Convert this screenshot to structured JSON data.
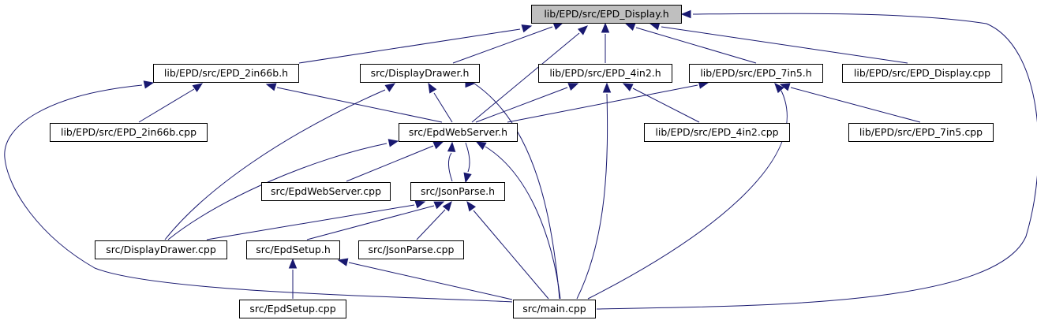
{
  "colors": {
    "edge": "#191970",
    "node_border": "#000000",
    "node_fill": "#ffffff",
    "focus_fill": "#bfbfbf"
  },
  "nodes": [
    {
      "id": "epd_display_h",
      "label": "lib/EPD/src/EPD_Display.h",
      "focus": true
    },
    {
      "id": "epd_2in66b_h",
      "label": "lib/EPD/src/EPD_2in66b.h"
    },
    {
      "id": "displaydrawer_h",
      "label": "src/DisplayDrawer.h"
    },
    {
      "id": "epd_4in2_h",
      "label": "lib/EPD/src/EPD_4in2.h"
    },
    {
      "id": "epd_7in5_h",
      "label": "lib/EPD/src/EPD_7in5.h"
    },
    {
      "id": "epd_display_cpp",
      "label": "lib/EPD/src/EPD_Display.cpp"
    },
    {
      "id": "epd_2in66b_cpp",
      "label": "lib/EPD/src/EPD_2in66b.cpp"
    },
    {
      "id": "epdwebserver_h",
      "label": "src/EpdWebServer.h"
    },
    {
      "id": "epd_4in2_cpp",
      "label": "lib/EPD/src/EPD_4in2.cpp"
    },
    {
      "id": "epd_7in5_cpp",
      "label": "lib/EPD/src/EPD_7in5.cpp"
    },
    {
      "id": "epdwebserver_cpp",
      "label": "src/EpdWebServer.cpp"
    },
    {
      "id": "jsonparse_h",
      "label": "src/JsonParse.h"
    },
    {
      "id": "displaydrawer_cpp",
      "label": "src/DisplayDrawer.cpp"
    },
    {
      "id": "epdsetup_h",
      "label": "src/EpdSetup.h"
    },
    {
      "id": "jsonparse_cpp",
      "label": "src/JsonParse.cpp"
    },
    {
      "id": "epdsetup_cpp",
      "label": "src/EpdSetup.cpp"
    },
    {
      "id": "main_cpp",
      "label": "src/main.cpp"
    }
  ],
  "edges": [
    {
      "from": "epd_2in66b_h",
      "to": "epd_display_h"
    },
    {
      "from": "displaydrawer_h",
      "to": "epd_display_h"
    },
    {
      "from": "epd_4in2_h",
      "to": "epd_display_h"
    },
    {
      "from": "epd_7in5_h",
      "to": "epd_display_h"
    },
    {
      "from": "epd_display_cpp",
      "to": "epd_display_h"
    },
    {
      "from": "epdwebserver_h",
      "to": "epd_display_h"
    },
    {
      "from": "main_cpp",
      "to": "epd_display_h"
    },
    {
      "from": "epd_2in66b_cpp",
      "to": "epd_2in66b_h"
    },
    {
      "from": "epdwebserver_h",
      "to": "epd_2in66b_h"
    },
    {
      "from": "main_cpp",
      "to": "epd_2in66b_h"
    },
    {
      "from": "epdwebserver_h",
      "to": "displaydrawer_h"
    },
    {
      "from": "displaydrawer_cpp",
      "to": "displaydrawer_h"
    },
    {
      "from": "main_cpp",
      "to": "displaydrawer_h"
    },
    {
      "from": "epdwebserver_h",
      "to": "epd_4in2_h"
    },
    {
      "from": "epd_4in2_cpp",
      "to": "epd_4in2_h"
    },
    {
      "from": "main_cpp",
      "to": "epd_4in2_h"
    },
    {
      "from": "epdwebserver_h",
      "to": "epd_7in5_h"
    },
    {
      "from": "epd_7in5_cpp",
      "to": "epd_7in5_h"
    },
    {
      "from": "main_cpp",
      "to": "epd_7in5_h"
    },
    {
      "from": "epdwebserver_cpp",
      "to": "epdwebserver_h"
    },
    {
      "from": "jsonparse_h",
      "to": "epdwebserver_h"
    },
    {
      "from": "displaydrawer_cpp",
      "to": "epdwebserver_h"
    },
    {
      "from": "main_cpp",
      "to": "epdwebserver_h"
    },
    {
      "from": "epdwebserver_h",
      "to": "jsonparse_h"
    },
    {
      "from": "displaydrawer_cpp",
      "to": "jsonparse_h"
    },
    {
      "from": "epdsetup_h",
      "to": "jsonparse_h"
    },
    {
      "from": "jsonparse_cpp",
      "to": "jsonparse_h"
    },
    {
      "from": "main_cpp",
      "to": "jsonparse_h"
    },
    {
      "from": "epdsetup_cpp",
      "to": "epdsetup_h"
    },
    {
      "from": "main_cpp",
      "to": "epdsetup_h"
    }
  ]
}
